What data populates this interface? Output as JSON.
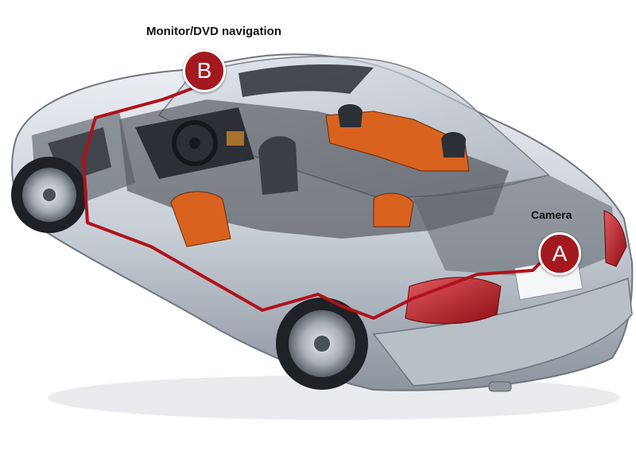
{
  "labels": {
    "monitor": "Monitor/DVD navigation",
    "camera": "Camera"
  },
  "markers": {
    "b": "B",
    "a": "A"
  },
  "colors": {
    "marker_fill": "#a3191f",
    "wire": "#b0121c",
    "car_body": "#c9ced6",
    "interior_orange": "#d9621f",
    "interior_dark": "#3a3d44",
    "tail_light": "#c3141c"
  }
}
